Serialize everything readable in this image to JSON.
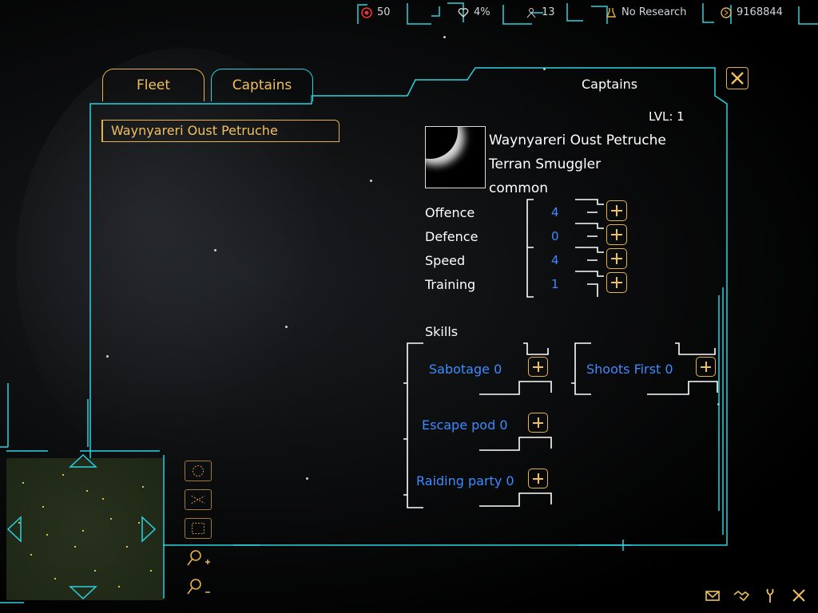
{
  "topbar": {
    "stats": [
      {
        "icon": "target-icon",
        "value": "50"
      },
      {
        "icon": "heart-icon",
        "value": "4%"
      },
      {
        "icon": "crew-icon",
        "value": "13"
      },
      {
        "icon": "flask-icon",
        "value": "No Research"
      },
      {
        "icon": "credits-icon",
        "value": "9168844"
      }
    ]
  },
  "tabs": {
    "fleet": "Fleet",
    "captains": "Captains"
  },
  "captain_list": [
    "Waynyareri Oust Petruche"
  ],
  "panel": {
    "title": "Captains",
    "level": "LVL: 1",
    "name": "Waynyareri Oust Petruche",
    "class": "Terran Smuggler",
    "rarity": "common",
    "stats": [
      {
        "label": "Offence",
        "value": "4"
      },
      {
        "label": "Defence",
        "value": "0"
      },
      {
        "label": "Speed",
        "value": "4"
      },
      {
        "label": "Training",
        "value": "1"
      }
    ],
    "skills_title": "Skills",
    "skills": [
      {
        "label": "Sabotage 0"
      },
      {
        "label": "Escape pod 0"
      },
      {
        "label": "Raiding party 0"
      },
      {
        "label": "Shoots First 0"
      }
    ]
  },
  "side_buttons": [
    "galaxy-view-icon",
    "route-icon",
    "sector-icon",
    "zoom-in-icon",
    "zoom-out-icon"
  ],
  "bottom_icons": [
    "mail-icon",
    "handshake-icon",
    "wrench-icon",
    "close-icon"
  ],
  "colors": {
    "accent_cyan": "#2ad3e0",
    "accent_gold": "#e6b24a",
    "value_blue": "#3d8bff"
  }
}
